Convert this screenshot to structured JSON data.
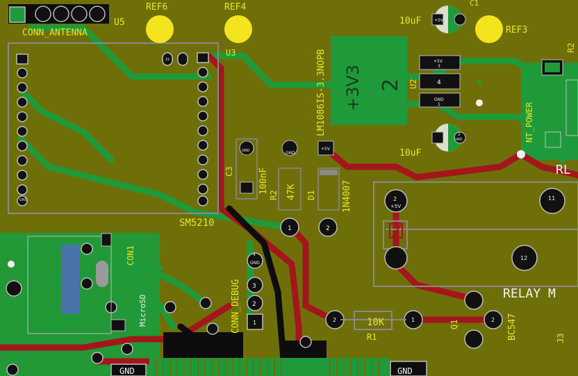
{
  "board": {
    "colors": {
      "board": "#6f6f0a",
      "copper_back": "#1f9a3a",
      "copper_front": "#a3161b",
      "pad": "#111111",
      "pad_ring": "#bdbdbd",
      "silk": "#e6e62a",
      "outline": "#8a8a8a",
      "ref_circle": "#f3e41e"
    }
  },
  "labels": {
    "conn_antenna": "CONN_ANTENNA",
    "u5": "U5",
    "ref6": "REF6",
    "ref4": "REF4",
    "ref3": "REF3",
    "u3": "U3",
    "lm1086": "LM1086IS-3.3NOPB",
    "reg_big_a": "+3V3",
    "reg_big_b": "2",
    "c1_value": "10uF",
    "c2_value": "10uF",
    "c1_ref": "C1",
    "u2": "U2",
    "r2_side": "R2",
    "power": "NT_POWER",
    "rl": "RL",
    "c3": "C3",
    "c3_value": "100nF",
    "r2": "R2",
    "r2_value": "47K",
    "d1": "D1",
    "d1_value": "1N4007",
    "sm5210": "SM5210",
    "conn1": "CON1",
    "micro": "MicroSD",
    "conn_debug": "CONN_DEBUG",
    "r1": "R1",
    "r1_value": "10K",
    "q1": "Q1",
    "bc547": "BC547",
    "relay": "RELAY M",
    "j3": "J3",
    "gnd_left": "GND",
    "gnd_right": "GND"
  },
  "pads": {
    "reg_5v": "+5V",
    "reg_3": "3",
    "reg_4": "4",
    "reg_gnd": "GND",
    "reg_1": "1",
    "c1_plus": "+5V",
    "c2_plus": "2",
    "c2_gnd": "GND",
    "c3_gnd": "GND",
    "d1_5v": "+5V",
    "relay_2": "2",
    "relay_5v": "+5V",
    "relay_11": "11",
    "relay_12": "12",
    "r2_1": "1",
    "d1_2": "2",
    "r1_2": "2",
    "r1_1": "1",
    "q1_2": "2",
    "debug_4": "4",
    "debug_gnd": "GND",
    "debug_3": "3",
    "debug_2": "2",
    "debug_1": "1",
    "u3_top": "21",
    "u3_gnd": "GND"
  }
}
